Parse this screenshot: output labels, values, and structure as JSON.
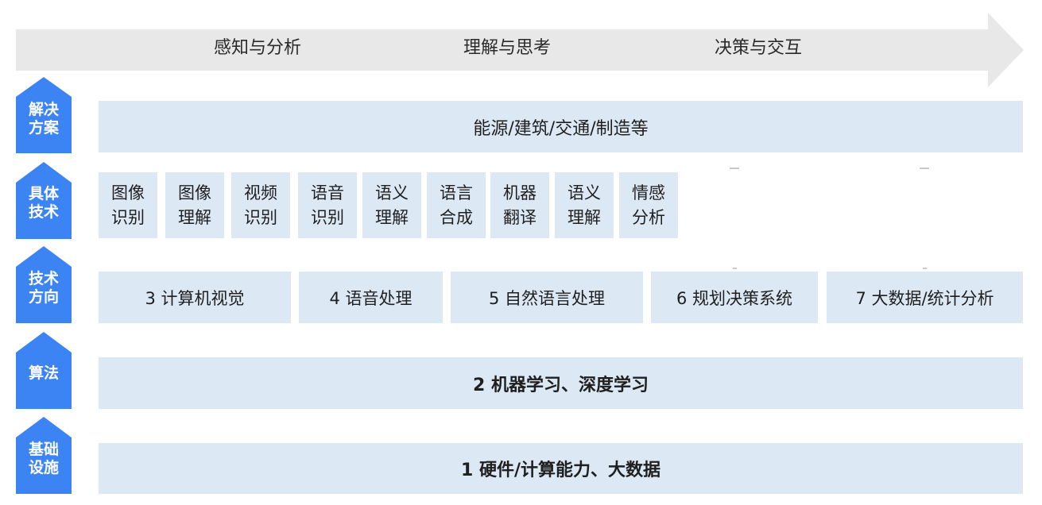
{
  "stages": [
    "感知与分析",
    "理解与思考",
    "决策与交互"
  ],
  "rows": [
    {
      "tag": "解决\n方案"
    },
    {
      "tag": "具体\n技术"
    },
    {
      "tag": "技术\n方向"
    },
    {
      "tag": "算法"
    },
    {
      "tag": "基础\n设施"
    }
  ],
  "solutions": "能源/建筑/交通/制造等",
  "specific_tech": [
    "图像\n识别",
    "图像\n理解",
    "视频\n识别",
    "语音\n识别",
    "语义\n理解",
    "语言\n合成",
    "机器\n翻译",
    "语义\n理解",
    "情感\n分析"
  ],
  "tech_directions": [
    "3 计算机视觉",
    "4 语音处理",
    "5 自然语言处理",
    "6 规划决策系统",
    "7 大数据/统计分析"
  ],
  "algorithm": "2 机器学习、深度学习",
  "infrastructure": "1 硬件/计算能力、大数据",
  "colors": {
    "tag_blue": "#3c84f4",
    "box_fill": "#dde8f5",
    "arrow_fill": "#e8e8e8"
  }
}
